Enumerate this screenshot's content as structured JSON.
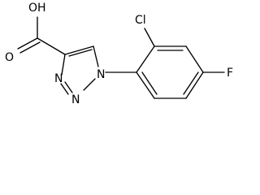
{
  "molecule": {
    "atom_labels": {
      "carboxyl_oh": "OH",
      "carbonyl_o": "O",
      "n1": "N",
      "n2": "N",
      "n3": "N",
      "chlorine": "Cl",
      "fluorine": "F"
    }
  }
}
